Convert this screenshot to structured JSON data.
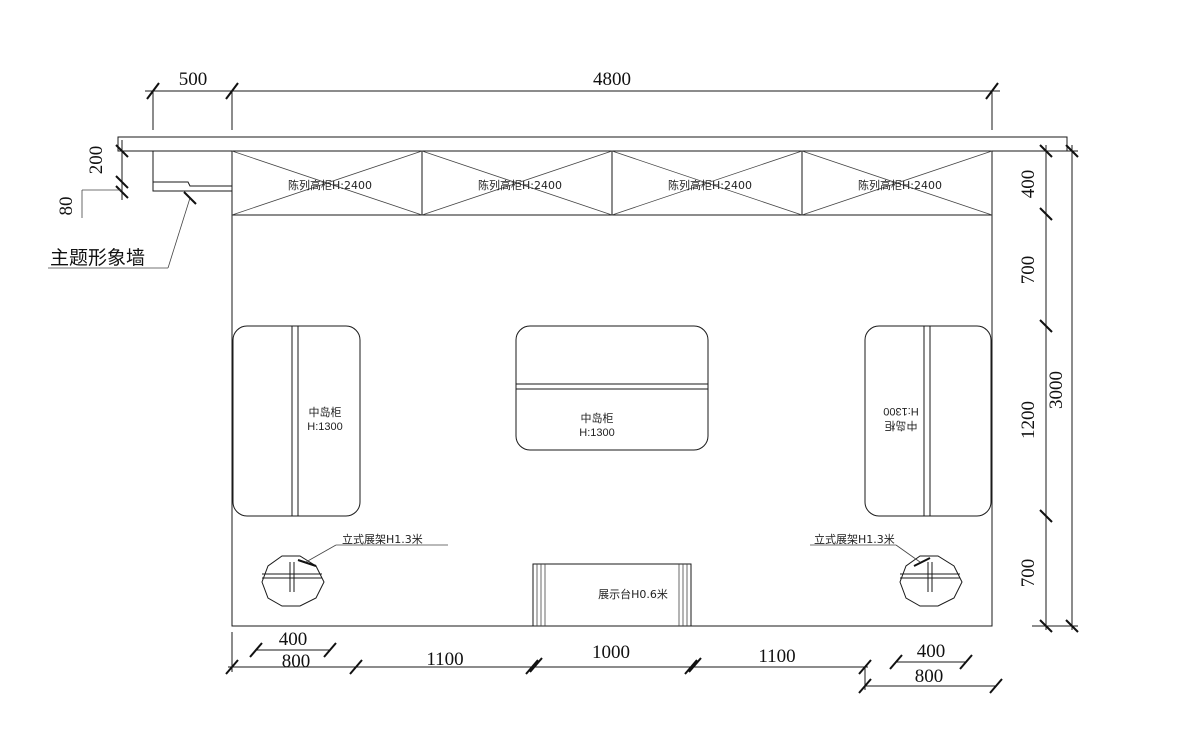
{
  "dimensions": {
    "top": {
      "left": "500",
      "main": "4800"
    },
    "left": {
      "top": "200",
      "small": "80"
    },
    "right": {
      "d1": "400",
      "d2": "700",
      "d3": "1200",
      "d4": "700",
      "total": "3000"
    },
    "bottom": {
      "a_inner": "400",
      "a_outer": "800",
      "b": "1100",
      "c": "1000",
      "d": "1100",
      "e_inner": "400",
      "e_outer": "800"
    }
  },
  "labels": {
    "theme_wall": "主题形象墙",
    "tall_cabinet": "陈列高柜H:2400",
    "island_name": "中岛柜",
    "island_height": "H:1300",
    "stand_rack": "立式展架H1.3米",
    "display_table": "展示台H0.6米"
  }
}
